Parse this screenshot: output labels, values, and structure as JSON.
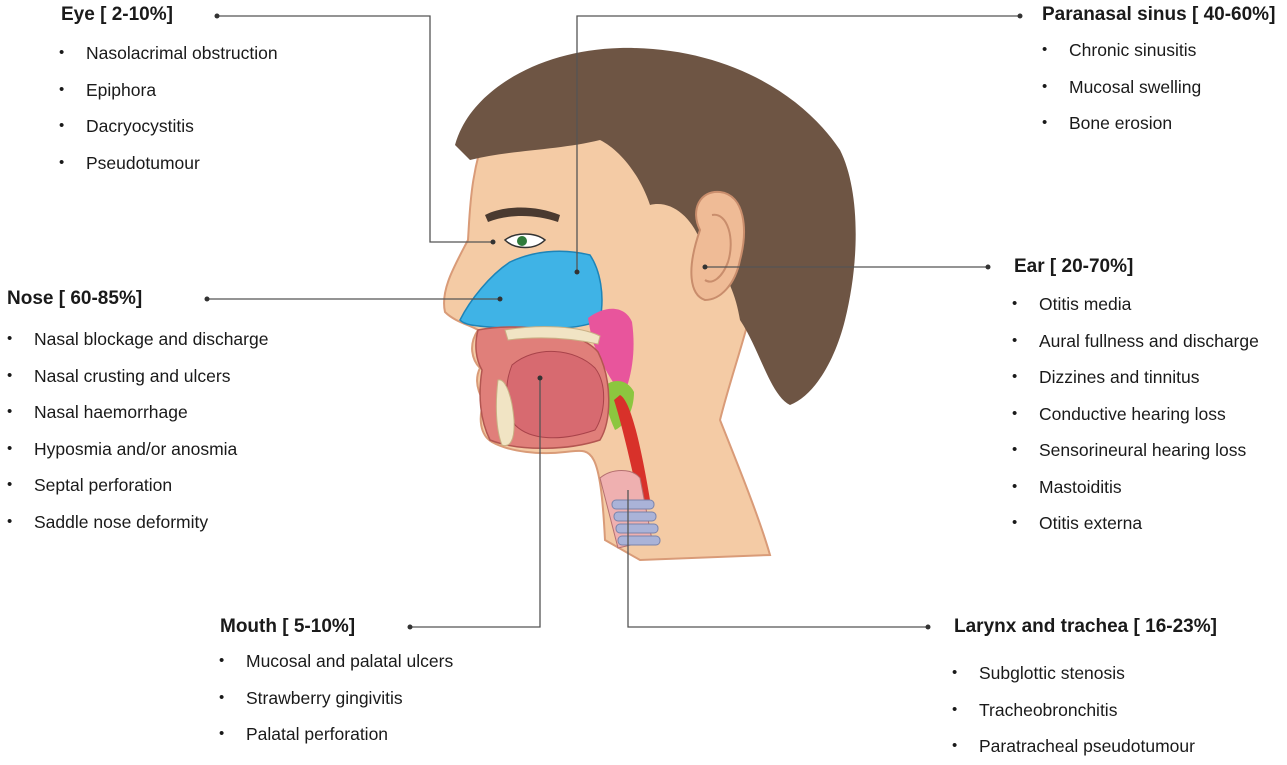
{
  "colors": {
    "text": "#1a1a1a",
    "leader_line": "#555555",
    "skin": "#f4cba5",
    "skin_shadow": "#e5a984",
    "hair": "#6e5544",
    "nasal_cavity": "#3fb3e6",
    "nasopharynx": "#e8559c",
    "oropharynx_green": "#8cc63f",
    "oral_cavity": "#e07f7a",
    "bone": "#f1e4c4",
    "trachea": "#aab3d8"
  },
  "sections": {
    "eye": {
      "heading": "Eye [ 2-10%]",
      "items": [
        "Nasolacrimal obstruction",
        "Epiphora",
        "Dacryocystitis",
        "Pseudotumour"
      ]
    },
    "paranasal": {
      "heading": "Paranasal sinus [ 40-60%]",
      "items": [
        "Chronic sinusitis",
        "Mucosal swelling",
        "Bone erosion"
      ]
    },
    "nose": {
      "heading": "Nose [ 60-85%]",
      "items": [
        "Nasal blockage and discharge",
        "Nasal crusting and ulcers",
        "Nasal haemorrhage",
        "Hyposmia and/or anosmia",
        "Septal perforation",
        "Saddle nose deformity"
      ]
    },
    "ear": {
      "heading": "Ear [ 20-70%]",
      "items": [
        "Otitis media",
        "Aural fullness and discharge",
        "Dizzines and tinnitus",
        "Conductive hearing loss",
        "Sensorineural hearing loss",
        "Mastoiditis",
        "Otitis externa"
      ]
    },
    "mouth": {
      "heading": "Mouth [ 5-10%]",
      "items": [
        "Mucosal and palatal ulcers",
        "Strawberry gingivitis",
        "Palatal perforation"
      ]
    },
    "larynx": {
      "heading": "Larynx and trachea [ 16-23%]",
      "items": [
        "Subglottic stenosis",
        "Tracheobronchitis",
        "Paratracheal pseudotumour"
      ]
    }
  }
}
